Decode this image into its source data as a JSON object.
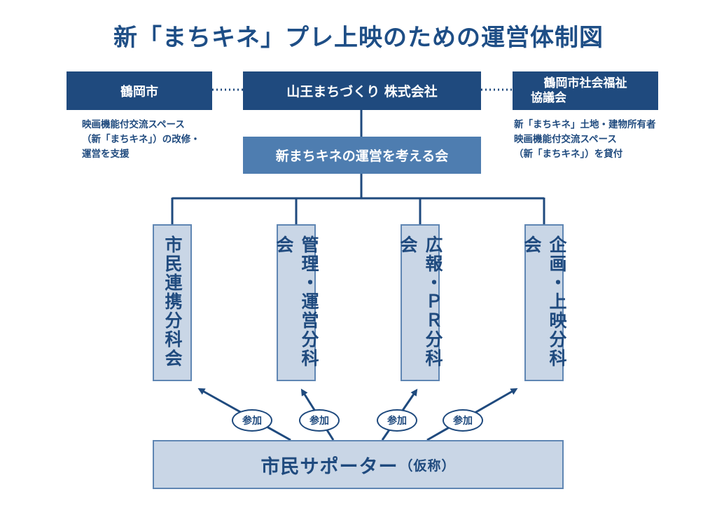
{
  "title": "新「まちキネ」プレ上映のための運営体制図",
  "top_row": {
    "left": "鶴岡市",
    "center": "山王まちづくり 株式会社",
    "right_line1": "鶴岡市社会福祉",
    "right_line2": "協議会"
  },
  "notes": {
    "left": [
      "映画機能付交流スペース",
      "（新「まちキネ」）の改修・",
      "運営を支援"
    ],
    "right": [
      "新「まちキネ」土地・建物所有者",
      "映画機能付交流スペース",
      "（新「まちキネ」）を貸付"
    ]
  },
  "council": "新まちキネの運営を考える会",
  "subcommittees": [
    {
      "label": "市民連携分科会"
    },
    {
      "label": "管理・運営分科会"
    },
    {
      "label": "広報・ＰＲ分科会"
    },
    {
      "label": "企画・上映分科会"
    }
  ],
  "participation_label": "参加",
  "participation": [
    "参加",
    "参加",
    "参加",
    "参加"
  ],
  "supporters": {
    "label": "市民サポーター",
    "suffix": "（仮称）"
  },
  "colors": {
    "dark_navy": "#1f4a7e",
    "mid_blue": "#4e7db0",
    "light_blue_fill": "#c9d6e6",
    "light_blue_border": "#5f86b3",
    "title_text": "#1e4e86"
  }
}
